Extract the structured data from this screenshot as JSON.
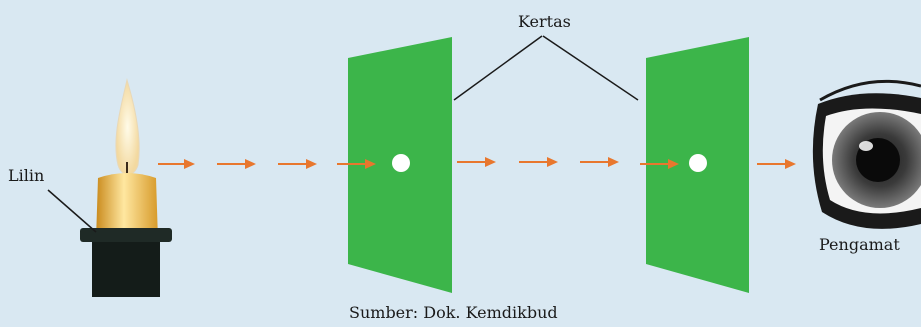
{
  "labels": {
    "paper": "Kertas",
    "candle": "Lilin",
    "observer": "Pengamat",
    "source": "Sumber: Dok. Kemdikbud"
  },
  "colors": {
    "background": "#d9e8f2",
    "paper": "#3cb54a",
    "arrow": "#e8772e",
    "hole": "#ffffff"
  }
}
